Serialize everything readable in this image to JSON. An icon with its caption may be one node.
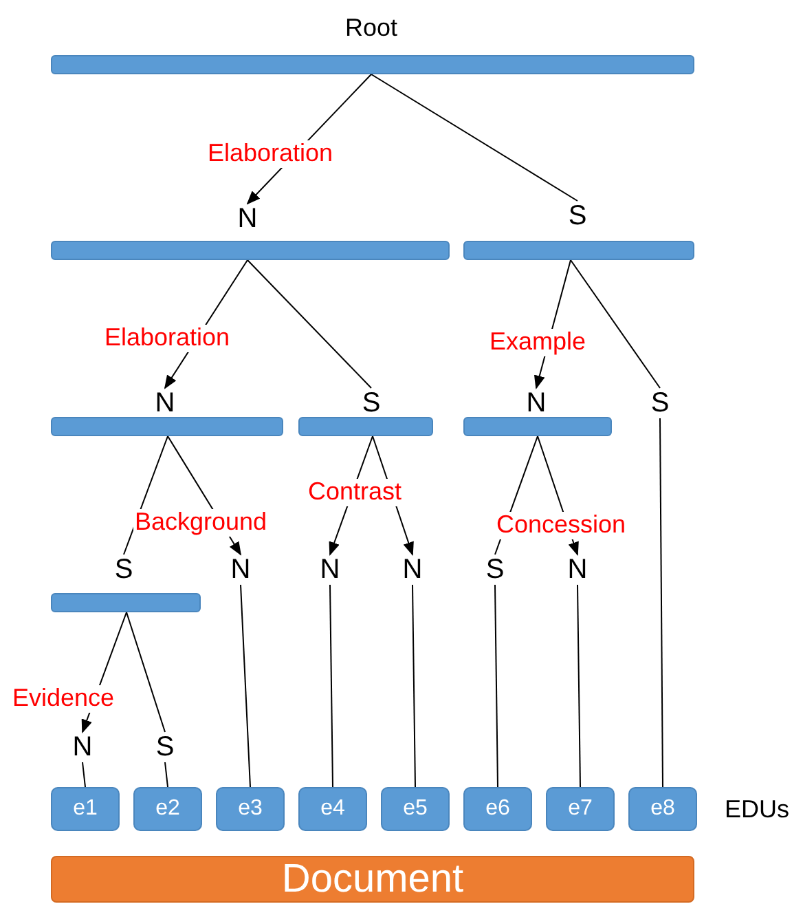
{
  "diagram": {
    "nodes": [
      {
        "text": [
          "Root"
        ]
      },
      {
        "text": [],
        "shape": "bar"
      },
      {
        "text": [
          "N"
        ]
      },
      {
        "text": [
          "S"
        ]
      },
      {
        "text": [],
        "shape": "bar"
      },
      {
        "text": [],
        "shape": "bar"
      },
      {
        "text": [
          "N"
        ]
      },
      {
        "text": [
          "S"
        ]
      },
      {
        "text": [
          "N"
        ]
      },
      {
        "text": [
          "S"
        ]
      },
      {
        "text": [],
        "shape": "bar"
      },
      {
        "text": [],
        "shape": "bar"
      },
      {
        "text": [],
        "shape": "bar"
      },
      {
        "text": [
          "S"
        ]
      },
      {
        "text": [
          "N"
        ]
      },
      {
        "text": [
          "N"
        ]
      },
      {
        "text": [
          "N"
        ]
      },
      {
        "text": [
          "S"
        ]
      },
      {
        "text": [
          "N"
        ]
      },
      {
        "text": [],
        "shape": "bar"
      },
      {
        "text": [
          "N"
        ]
      },
      {
        "text": [
          "S"
        ]
      },
      {
        "text": [
          "e1"
        ]
      },
      {
        "text": [
          "e2"
        ]
      },
      {
        "text": [
          "e3"
        ]
      },
      {
        "text": [
          "e4"
        ]
      },
      {
        "text": [
          "e5"
        ]
      },
      {
        "text": [
          "e6"
        ]
      },
      {
        "text": [
          "e7"
        ]
      },
      {
        "text": [
          "e8"
        ]
      },
      {
        "text": [
          "Document"
        ]
      }
    ],
    "edges": [
      {
        "from": 1,
        "to": 2,
        "arrow": "to",
        "label": "Elaboration"
      },
      {
        "from": 1,
        "to": 3,
        "arrow": "none"
      },
      {
        "from": 4,
        "to": 6,
        "arrow": "to",
        "label": "Elaboration"
      },
      {
        "from": 4,
        "to": 7,
        "arrow": "none"
      },
      {
        "from": 5,
        "to": 8,
        "arrow": "to",
        "label": "Example"
      },
      {
        "from": 5,
        "to": 9,
        "arrow": "none"
      },
      {
        "from": 10,
        "to": 13,
        "arrow": "none"
      },
      {
        "from": 10,
        "to": 14,
        "arrow": "to",
        "label": "Background"
      },
      {
        "from": 11,
        "to": 15,
        "arrow": "to",
        "label": "Contrast"
      },
      {
        "from": 11,
        "to": 16,
        "arrow": "to"
      },
      {
        "from": 12,
        "to": 17,
        "arrow": "none"
      },
      {
        "from": 12,
        "to": 18,
        "arrow": "to",
        "label": "Concession"
      },
      {
        "from": 19,
        "to": 20,
        "arrow": "to",
        "label": "Evidence"
      },
      {
        "from": 19,
        "to": 21,
        "arrow": "none"
      },
      {
        "from": 20,
        "to": 22,
        "arrow": "none"
      },
      {
        "from": 21,
        "to": 23,
        "arrow": "none"
      },
      {
        "from": 14,
        "to": 24,
        "arrow": "none"
      },
      {
        "from": 15,
        "to": 25,
        "arrow": "none"
      },
      {
        "from": 16,
        "to": 26,
        "arrow": "none"
      },
      {
        "from": 17,
        "to": 27,
        "arrow": "none"
      },
      {
        "from": 18,
        "to": 28,
        "arrow": "none"
      },
      {
        "from": 9,
        "to": 29,
        "arrow": "none"
      }
    ],
    "labels": [
      "EDUs"
    ]
  }
}
